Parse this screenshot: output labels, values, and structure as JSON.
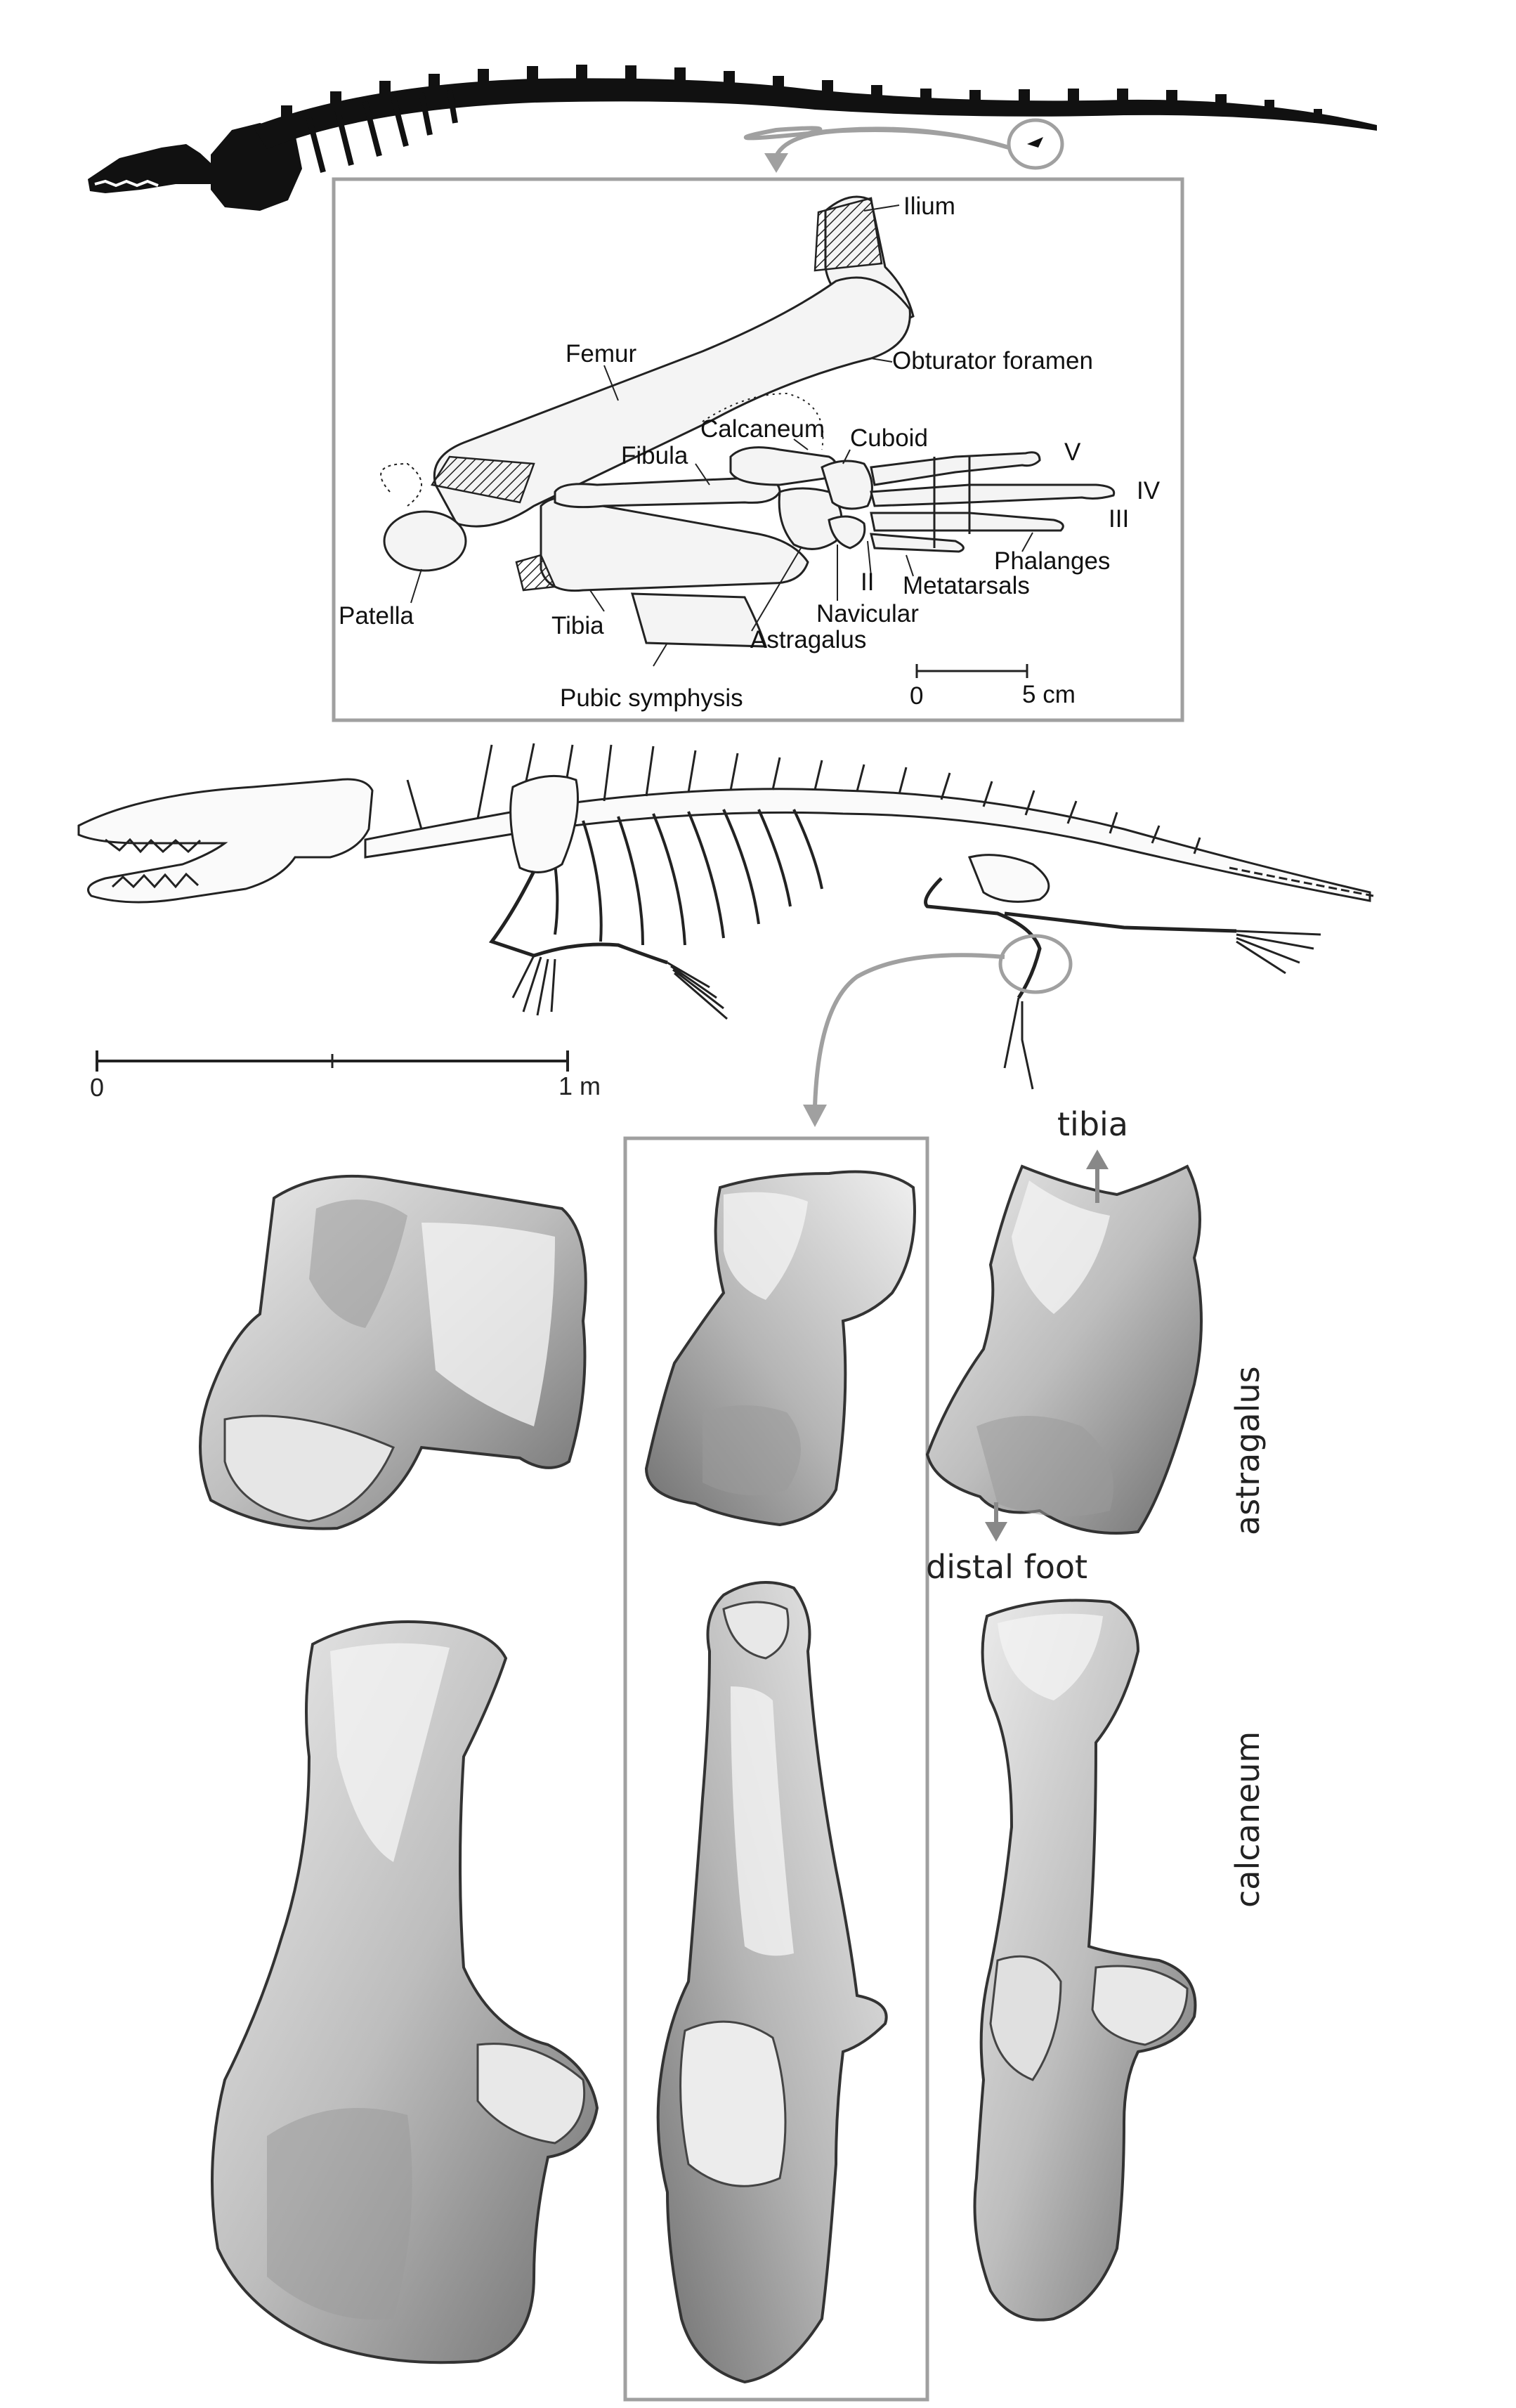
{
  "inset_labels": {
    "ilium": "Ilium",
    "femur": "Femur",
    "obturator_foramen": "Obturator foramen",
    "calcaneum": "Calcaneum",
    "cuboid": "Cuboid",
    "fibula": "Fibula",
    "digit_v": "V",
    "digit_iv": "IV",
    "digit_iii": "III",
    "phalanges": "Phalanges",
    "patella": "Patella",
    "digit_ii": "II",
    "metatarsals": "Metatarsals",
    "navicular": "Navicular",
    "tibia": "Tibia",
    "astragalus": "Astragalus",
    "pubic_symphysis": "Pubic symphysis"
  },
  "inset_scale": {
    "start": "0",
    "end": "5 cm"
  },
  "skeleton_scale": {
    "start": "0",
    "end": "1 m"
  },
  "bone_view_labels": {
    "tibia": "tibia",
    "distal_foot": "distal foot",
    "astragalus": "astragalus",
    "calcaneum": "calcaneum"
  },
  "colors": {
    "frame": "#a0a0a0",
    "silhouette": "#111111",
    "bone_shade": "#cfcfcf"
  }
}
